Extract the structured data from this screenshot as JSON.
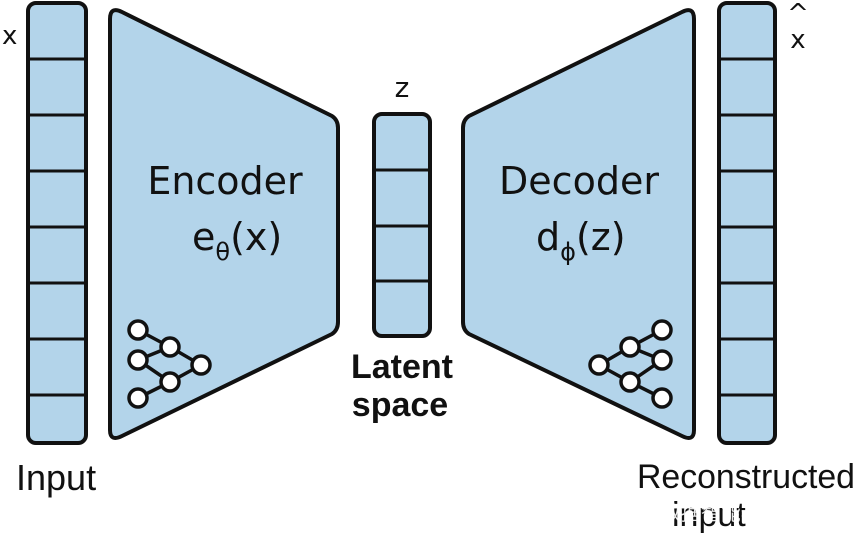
{
  "labels": {
    "input_var": "x",
    "latent_var": "z",
    "output_var": "x",
    "output_hat": "^",
    "encoder_title": "Encoder",
    "encoder_fn": "e",
    "encoder_sub": "θ",
    "encoder_arg": "(x)",
    "decoder_title": "Decoder",
    "decoder_fn": "d",
    "decoder_sub": "ϕ",
    "decoder_arg": "(z)",
    "latent_line1": "Latent",
    "latent_line2": "space",
    "input_caption": "Input",
    "output_caption_line1": "Reconstructed",
    "output_caption_line2": "input"
  },
  "watermark": "掘金技术社区 @ 数据智能老司机",
  "colors": {
    "fill": "#b3d4ea",
    "stroke": "#111111",
    "node_fill": "#ffffff"
  }
}
